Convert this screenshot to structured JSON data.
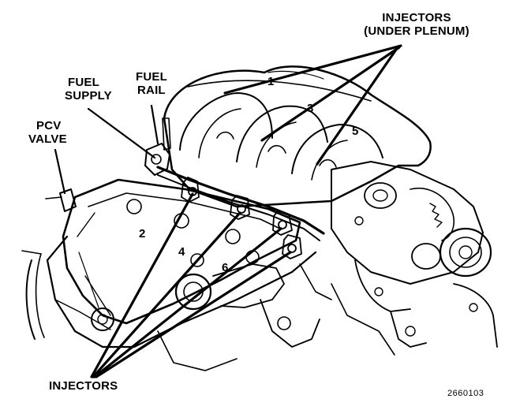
{
  "labels": {
    "injectors_top": "INJECTORS",
    "under_plenum": "(UNDER PLENUM)",
    "fuel_supply_1": "FUEL",
    "fuel_supply_2": "SUPPLY",
    "fuel_rail_1": "FUEL",
    "fuel_rail_2": "RAIL",
    "pcv_valve_1": "PCV",
    "pcv_valve_2": "VALVE",
    "injectors_bottom": "INJECTORS",
    "figure_id": "2660103"
  },
  "cylinders": {
    "c1": "1",
    "c2": "2",
    "c3": "3",
    "c4": "4",
    "c5": "5",
    "c6": "6"
  },
  "colors": {
    "ink": "#000000",
    "paper": "#ffffff"
  }
}
